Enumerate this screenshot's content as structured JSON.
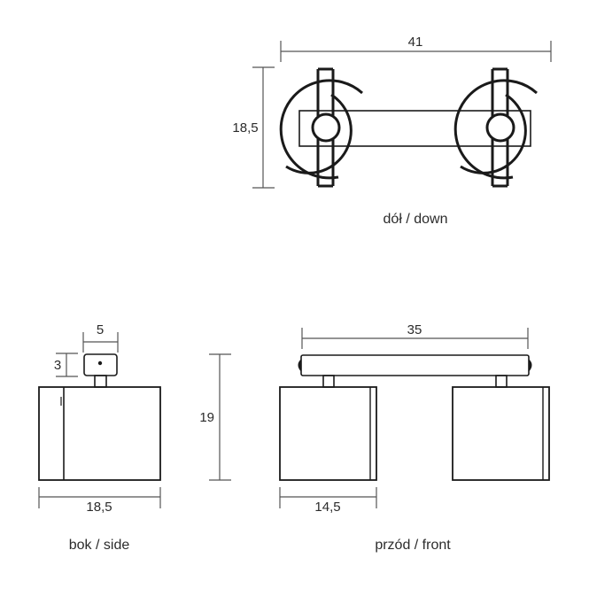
{
  "views": {
    "down": {
      "caption": "dół / down",
      "width_label": "41",
      "depth_label": "18,5"
    },
    "side": {
      "caption": "bok / side",
      "mount_width_label": "5",
      "mount_height_label": "3",
      "height_label": "19",
      "shade_width_label": "18,5"
    },
    "front": {
      "caption": "przód / front",
      "bar_length_label": "35",
      "shade_width_label": "14,5"
    }
  },
  "colors": {
    "line": "#1a1a1a",
    "dimension": "#555555",
    "text": "#2b2b2b"
  }
}
